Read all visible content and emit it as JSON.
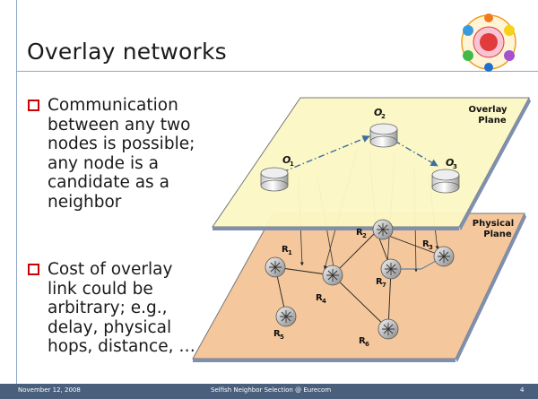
{
  "slide": {
    "title": "Overlay networks",
    "bullets": [
      "Communication between any two nodes is possible; any node is a candidate as a neighbor",
      "Cost of overlay link could be arbitrary; e.g., delay, physical hops, distance, …"
    ]
  },
  "diagram": {
    "overlay_plane": {
      "label_line1": "Overlay",
      "label_line2": "Plane",
      "fill": "#fbf7c4"
    },
    "physical_plane": {
      "label_line1": "Physical",
      "label_line2": "Plane",
      "fill": "#f4c79c"
    },
    "overlay_nodes": [
      {
        "name": "O",
        "sub": "1"
      },
      {
        "name": "O",
        "sub": "2"
      },
      {
        "name": "O",
        "sub": "3"
      }
    ],
    "routers": [
      {
        "name": "R",
        "sub": "1"
      },
      {
        "name": "R",
        "sub": "2"
      },
      {
        "name": "R",
        "sub": "3"
      },
      {
        "name": "R",
        "sub": "4"
      },
      {
        "name": "R",
        "sub": "5"
      },
      {
        "name": "R",
        "sub": "6"
      },
      {
        "name": "R",
        "sub": "7"
      }
    ],
    "link_color": "#3c6fa0"
  },
  "footer": {
    "date": "November 12, 2008",
    "title": "Selfish Neighbor Selection @ Eurecom",
    "page": "4"
  },
  "logo": {
    "icon": "networking-group-logo",
    "color": "#e23b3b"
  }
}
